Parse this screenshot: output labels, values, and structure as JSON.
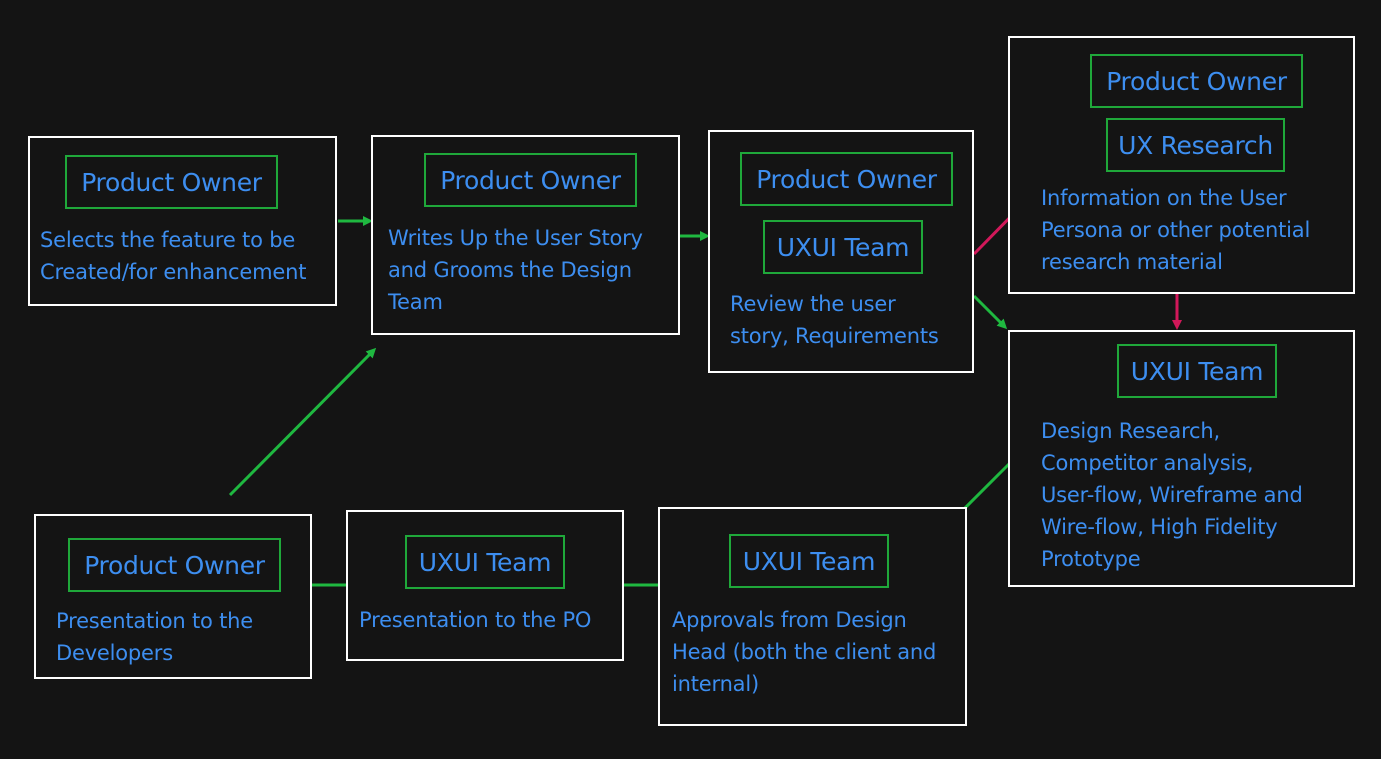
{
  "colors": {
    "background": "#141414",
    "box_border": "#ffffff",
    "role_border": "#1fa83a",
    "text": "#3d8ef0",
    "arrow_green": "#1fb840",
    "arrow_red": "#d2185a"
  },
  "nodes": {
    "n1": {
      "role": "Product Owner",
      "desc": "Selects the feature to be\nCreated/for enhancement"
    },
    "n2": {
      "role": "Product Owner",
      "desc": "Writes Up the User Story\nand Grooms the Design\nTeam"
    },
    "n3": {
      "role1": "Product Owner",
      "role2": "UXUI Team",
      "desc": "Review the user\nstory, Requirements"
    },
    "n4": {
      "role1": "Product Owner",
      "role2": "UX Research",
      "desc": "Information on the User\nPersona or other potential\nresearch material"
    },
    "n5": {
      "role": "UXUI Team",
      "desc": "Design Research,\nCompetitor analysis,\nUser-flow, Wireframe and\nWire-flow, High Fidelity\nPrototype"
    },
    "n6": {
      "role": "UXUI Team",
      "desc": "Approvals from Design\nHead (both the client and\ninternal)"
    },
    "n7": {
      "role": "UXUI Team",
      "desc": "Presentation to the PO"
    },
    "n8": {
      "role": "Product Owner",
      "desc": "Presentation to the\nDevelopers"
    }
  },
  "edges": [
    {
      "from": "n1",
      "to": "n2",
      "color": "green"
    },
    {
      "from": "n2",
      "to": "n3",
      "color": "green"
    },
    {
      "from": "n3",
      "to": "n4",
      "color": "red"
    },
    {
      "from": "n3",
      "to": "n5",
      "color": "green"
    },
    {
      "from": "n4",
      "to": "n5",
      "color": "red"
    },
    {
      "from": "n5",
      "to": "n6",
      "color": "green"
    },
    {
      "from": "n6",
      "to": "n7",
      "color": "green"
    },
    {
      "from": "n7",
      "to": "n8",
      "color": "green"
    },
    {
      "from": "n8",
      "to": "n2",
      "color": "green"
    }
  ]
}
